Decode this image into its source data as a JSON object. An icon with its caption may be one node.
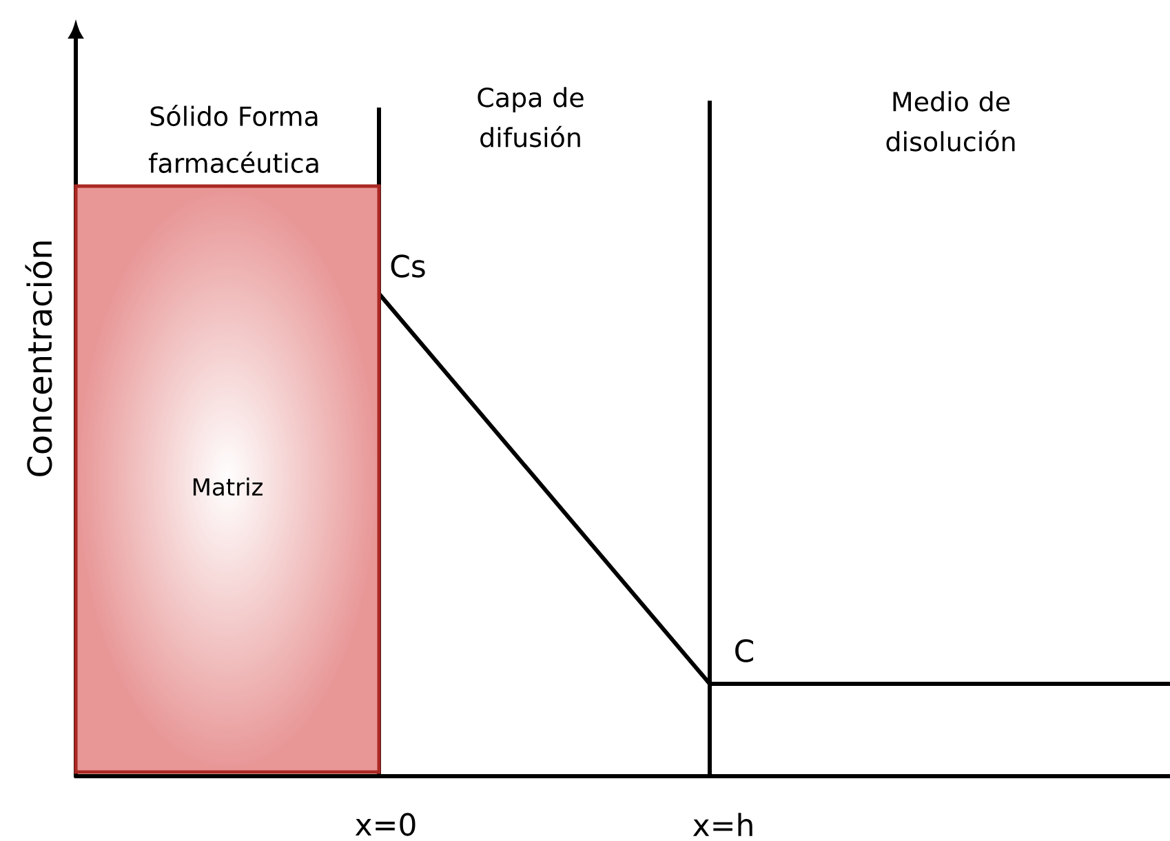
{
  "diagram": {
    "nodes": [
      {
        "text": [
          "Sólido Forma farmacéutica",
          "Matriz"
        ]
      }
    ],
    "labels": [
      "Concentración",
      "Capa de difusión",
      "Medio de disolución",
      "Cs",
      "C",
      "x=0",
      "x=h"
    ]
  }
}
